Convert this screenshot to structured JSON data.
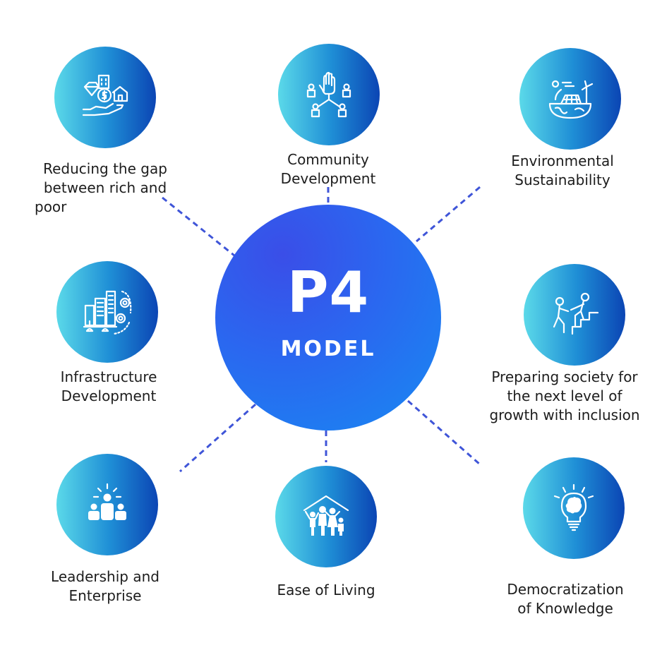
{
  "center": {
    "title": "P4",
    "subtitle": "MODEL"
  },
  "nodes": [
    {
      "label_lines": [
        "Reducing the gap",
        "between rich and",
        "poor"
      ],
      "icon": "wealth-gap-icon"
    },
    {
      "label_lines": [
        "Community",
        "Development"
      ],
      "icon": "community-network-icon"
    },
    {
      "label_lines": [
        "Environmental",
        "Sustainability"
      ],
      "icon": "green-earth-icon"
    },
    {
      "label_lines": [
        "Infrastructure",
        "Development"
      ],
      "icon": "city-gears-icon"
    },
    {
      "label_lines": [
        "Preparing society for",
        "the next level of",
        "growth with inclusion"
      ],
      "icon": "helping-climb-icon"
    },
    {
      "label_lines": [
        "Leadership and",
        "Enterprise"
      ],
      "icon": "leader-team-icon"
    },
    {
      "label_lines": [
        "Ease of Living"
      ],
      "icon": "family-home-icon"
    },
    {
      "label_lines": [
        "Democratization",
        "of Knowledge"
      ],
      "icon": "idea-bulb-brain-icon"
    }
  ],
  "colors": {
    "hub_gradient": [
      "#3a4ee8",
      "#2a68f0",
      "#1889f2"
    ],
    "node_gradient": [
      "#5bd9e9",
      "#1f8fd6",
      "#0b45b4"
    ],
    "connector": "#3f55d8",
    "label_text": "#1d1d1d"
  }
}
